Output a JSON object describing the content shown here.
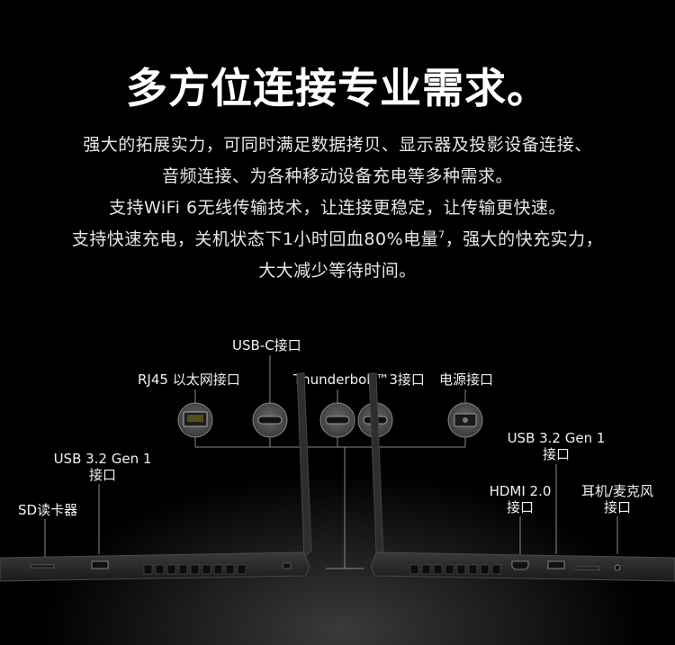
{
  "heading": "多方位连接专业需求。",
  "description": {
    "line1": "强大的拓展实力，可同时满足数据拷贝、显示器及投影设备连接、",
    "line2": "音频连接、为各种移动设备充电等多种需求。",
    "line3": "支持WiFi 6无线传输技术，让连接更稳定，让传输更快速。",
    "line4_main": "支持快速充电，关机状态下1小时回血80%电量",
    "line4_sup": "7",
    "line4_end": "，强大的快充实力，",
    "line5": "大大减少等待时间。"
  },
  "ports": {
    "usb_c": "USB-C接口",
    "rj45": "RJ45 以太网接口",
    "thunderbolt": "Thunderbolt™3接口",
    "power": "电源接口",
    "usb32_left_line1": "USB 3.2 Gen 1",
    "usb32_left_line2": "接口",
    "sd": "SD读卡器",
    "usb32_right_line1": "USB 3.2 Gen 1",
    "usb32_right_line2": "接口",
    "hdmi_line1": "HDMI 2.0",
    "hdmi_line2": "接口",
    "audio_line1": "耳机/麦克风",
    "audio_line2": "接口"
  },
  "colors": {
    "background": "#000000",
    "text": "#ffffff",
    "laptop_body": "#2b2b2b",
    "connector_line": "#8a8a8a"
  }
}
